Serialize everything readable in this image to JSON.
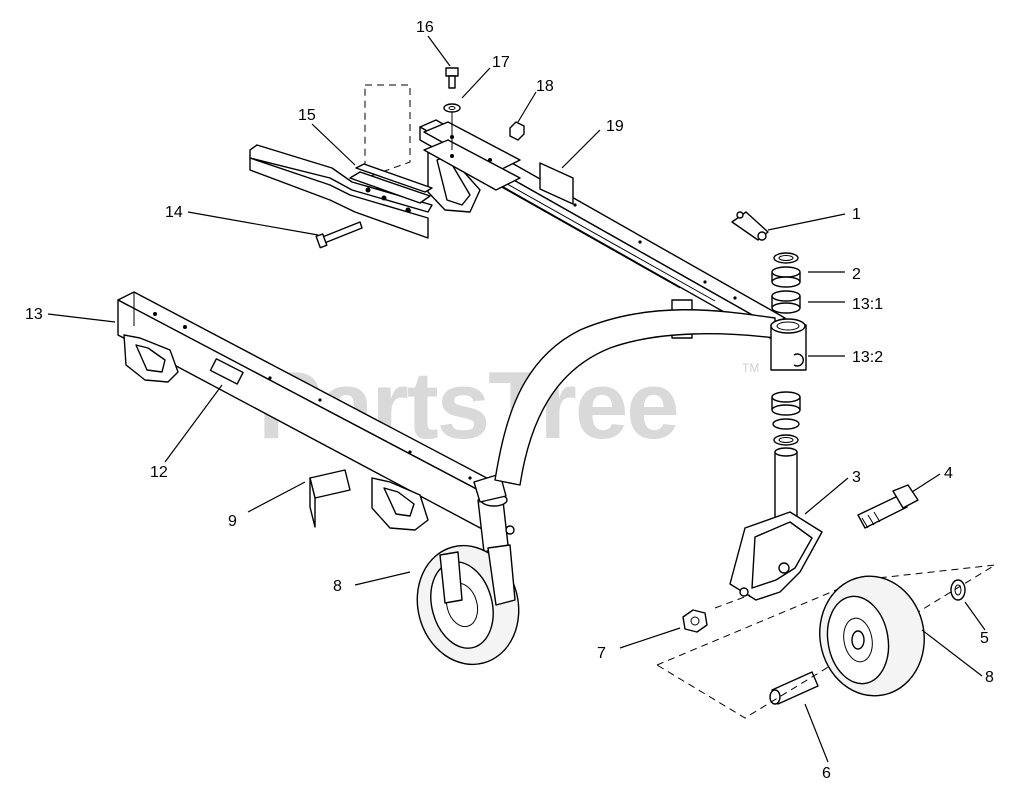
{
  "watermark": {
    "text": "PartsTree",
    "trademark": "TM"
  },
  "callouts": {
    "c1": "1",
    "c2": "2",
    "c3": "3",
    "c4": "4",
    "c5": "5",
    "c6": "6",
    "c7": "7",
    "c8a": "8",
    "c8b": "8",
    "c9": "9",
    "c12": "12",
    "c13": "13",
    "c13_1": "13:1",
    "c13_2": "13:2",
    "c14": "14",
    "c15": "15",
    "c16": "16",
    "c17": "17",
    "c18": "18",
    "c19": "19"
  }
}
